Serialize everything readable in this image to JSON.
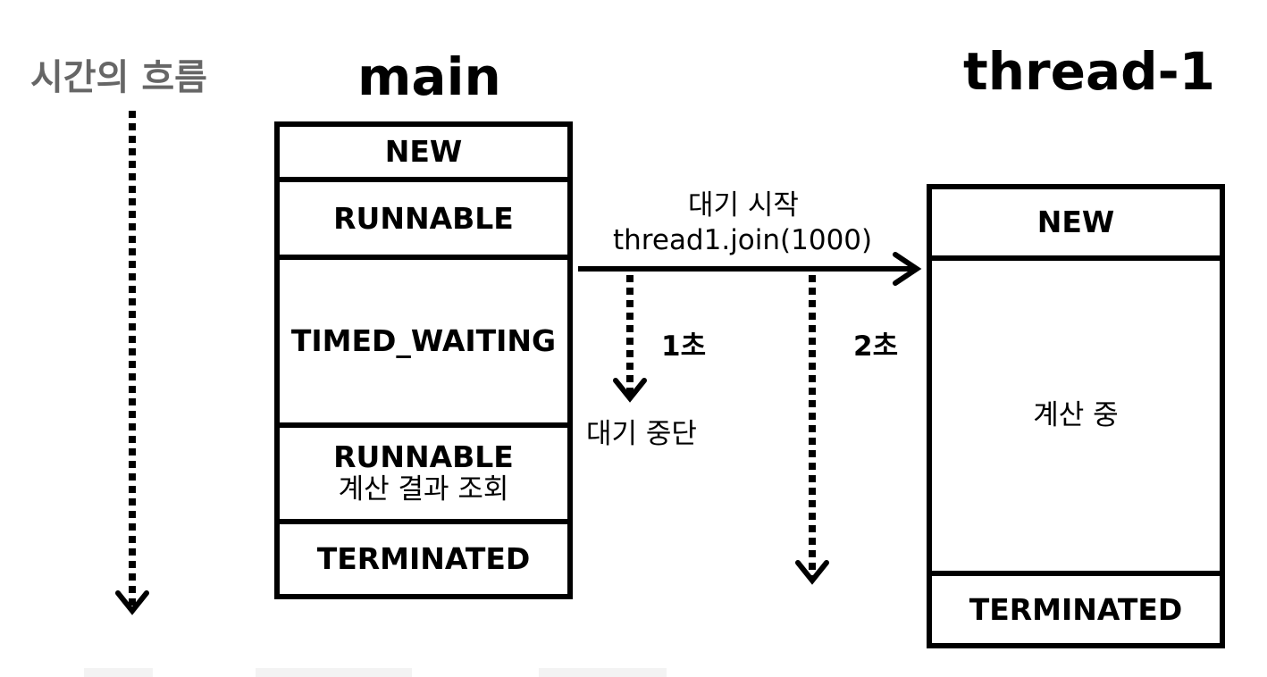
{
  "time_flow_label": "시간의 흐름",
  "main": {
    "title": "main",
    "states": [
      {
        "label": "NEW"
      },
      {
        "label": "RUNNABLE"
      },
      {
        "label": "TIMED_WAITING"
      },
      {
        "label": "RUNNABLE",
        "sub": "계산 결과 조회"
      },
      {
        "label": "TERMINATED"
      }
    ]
  },
  "thread1": {
    "title": "thread-1",
    "states": [
      {
        "label": "NEW"
      },
      {
        "label": "계산 중"
      },
      {
        "label": "TERMINATED"
      }
    ]
  },
  "annotations": {
    "wait_start": "대기 시작",
    "join_call": "thread1.join(1000)",
    "one_second": "1초",
    "two_seconds": "2초",
    "wait_stop": "대기 중단"
  }
}
